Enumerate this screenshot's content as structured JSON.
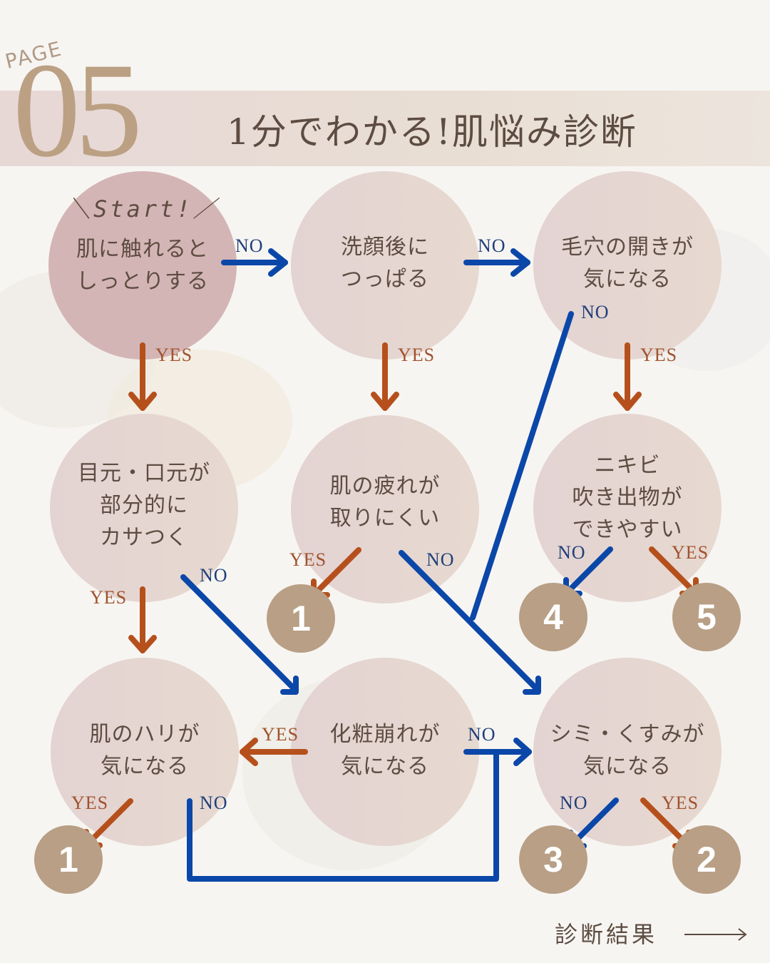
{
  "header": {
    "page_label": "PAGE",
    "page_number": "05",
    "title": "1分でわかる!肌悩み診断"
  },
  "colors": {
    "yes_arrow": "#b5501c",
    "no_arrow": "#0b47a8",
    "question_fill": "#e5d7d1",
    "start_fill": "#d4b5b5",
    "result_fill": "#b89f85",
    "text": "#5d4c41"
  },
  "start_label": "＼Start!／",
  "questions": [
    {
      "id": "q1",
      "text": "肌に触れると\nしっとりする",
      "yes": "q4",
      "no": "q2"
    },
    {
      "id": "q2",
      "text": "洗顔後に\nつっぱる",
      "yes": "q5",
      "no": "q3"
    },
    {
      "id": "q3",
      "text": "毛穴の開きが\n気になる",
      "yes": "q6",
      "no": "q9"
    },
    {
      "id": "q4",
      "text": "目元・口元が\n部分的に\nカサつく",
      "yes": "q7",
      "no": "q8"
    },
    {
      "id": "q5",
      "text": "肌の疲れが\n取りにくい",
      "yes": "result-1",
      "no": "q9"
    },
    {
      "id": "q6",
      "text": "ニキビ\n吹き出物が\nできやすい",
      "yes": "result-5",
      "no": "result-4"
    },
    {
      "id": "q7",
      "text": "肌のハリが\n気になる",
      "yes": "result-1",
      "no": "q9"
    },
    {
      "id": "q8",
      "text": "化粧崩れが\n気になる",
      "yes": "q7",
      "no": "q9"
    },
    {
      "id": "q9",
      "text": "シミ・くすみが\n気になる",
      "yes": "result-2",
      "no": "result-3"
    }
  ],
  "results": {
    "r_q5_yes": "1",
    "r_q6_no": "4",
    "r_q6_yes": "5",
    "r_q7_yes": "1",
    "r_q9_no": "3",
    "r_q9_yes": "2"
  },
  "labels": {
    "yes": "YES",
    "no": "NO"
  },
  "footer": {
    "text": "診断結果"
  }
}
